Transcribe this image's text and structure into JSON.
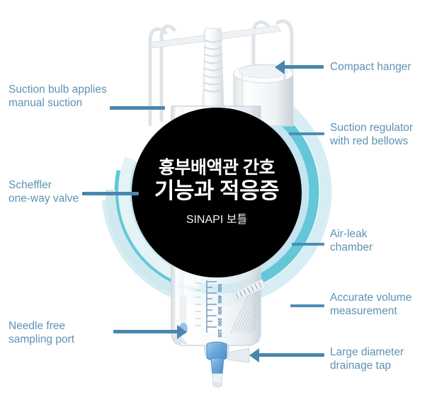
{
  "hero": {
    "line1": "흉부배액관 간호",
    "line2": "기능과 적응증",
    "line3": "SINAPI 보틀",
    "bg_color": "#000000",
    "text_color": "#ffffff"
  },
  "colors": {
    "callout_text": "#5d93b4",
    "leader_line": "#4a86ad",
    "ring_outer": "#d9eff2",
    "ring_mid": "#6ecbd9",
    "ring_inner": "#bfe3ec",
    "background": "#ffffff",
    "scale_marks": "#3f6fa8",
    "tap": "#74aee0"
  },
  "callouts": {
    "left": [
      {
        "id": "suction-bulb",
        "line1": "Suction bulb applies",
        "line2": "manual suction",
        "marker": "line"
      },
      {
        "id": "scheffler-valve",
        "line1": "Scheffler",
        "line2": "one-way valve",
        "marker": "line"
      },
      {
        "id": "needle-free-port",
        "line1": "Needle free",
        "line2": "sampling port",
        "marker": "arrow-right"
      }
    ],
    "right": [
      {
        "id": "compact-hanger",
        "line1": "Compact hanger",
        "line2": "",
        "marker": "arrow-left"
      },
      {
        "id": "suction-regulator",
        "line1": "Suction regulator",
        "line2": "with red bellows",
        "marker": "line"
      },
      {
        "id": "air-leak-chamber",
        "line1": "Air-leak",
        "line2": "chamber",
        "marker": "line"
      },
      {
        "id": "accurate-volume",
        "line1": "Accurate volume",
        "line2": "measurement",
        "marker": "line"
      },
      {
        "id": "drainage-tap",
        "line1": "Large diameter",
        "line2": "drainage tap",
        "marker": "arrow-left"
      }
    ]
  },
  "device": {
    "name": "chest-drainage-bottle",
    "scale_labels": [
      "500",
      "400",
      "300",
      "200",
      "100"
    ]
  }
}
